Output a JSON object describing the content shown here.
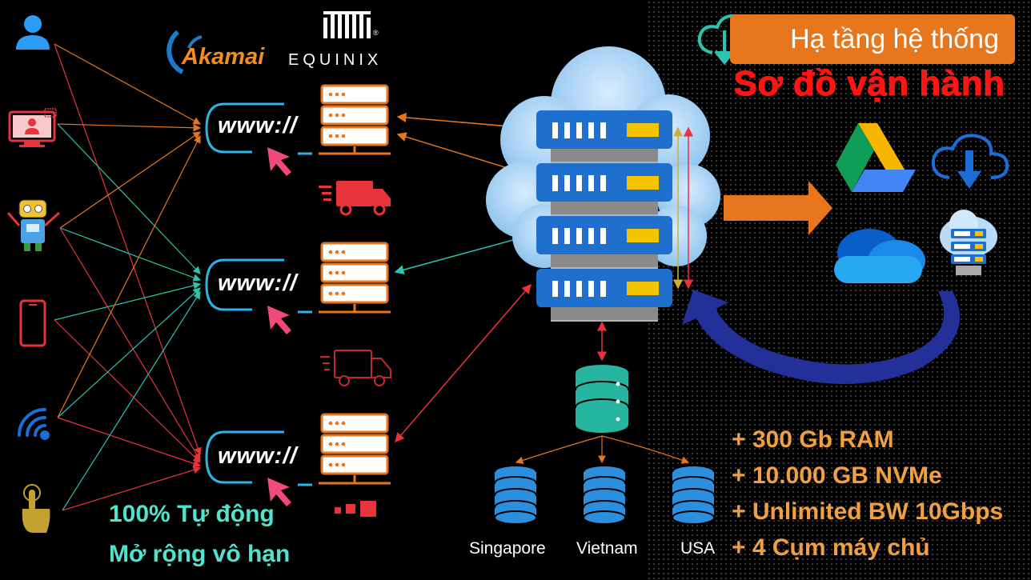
{
  "header": {
    "banner_label": "Hạ tầng hệ thống",
    "title": "Sơ đồ vận hành"
  },
  "brands": {
    "akamai": "Akamai",
    "equinix": "EQUINIX",
    "registered_mark": "®"
  },
  "websites": [
    {
      "label": "www://"
    },
    {
      "label": "www://"
    },
    {
      "label": "www://"
    }
  ],
  "features": [
    "100% Tự động",
    "Mở rộng vô hạn"
  ],
  "databases": [
    {
      "label": "Singapore"
    },
    {
      "label": "Vietnam"
    },
    {
      "label": "USA"
    }
  ],
  "specs": [
    "+ 300 Gb RAM",
    "+ 10.000 GB NVMe",
    "+ Unlimited BW 10Gbps",
    "+ 4 Cụm máy chủ"
  ],
  "icons": {
    "users": [
      "user-icon",
      "monitor-user-icon",
      "robot-icon",
      "smartphone-icon",
      "wifi-icon",
      "touch-hand-icon"
    ],
    "backup": [
      "google-drive-icon",
      "cloud-download-icon",
      "onedrive-icon",
      "backup-server-icon"
    ]
  },
  "colors": {
    "orange_link": "#e8761c",
    "teal_link": "#2ac4b0",
    "red_link": "#e8333a",
    "accent_blue": "#1a6fd6",
    "banner": "#e8761c",
    "title": "#ff1414",
    "feature_text": "#4fe4cf",
    "spec_text": "#f0a040"
  }
}
